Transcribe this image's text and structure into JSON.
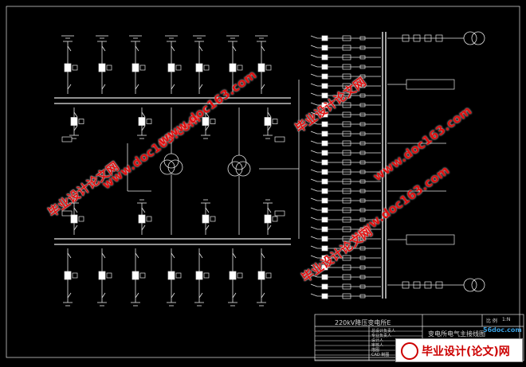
{
  "title_block": {
    "project_title": "220kV降压变电所E",
    "drawing_title": "变电所电气主接线图",
    "rows": [
      "总设计负责人",
      "专业负责人",
      "设计人",
      "审核人",
      "描图",
      "CAD 制图"
    ],
    "scale_label": "比 例",
    "scale_value": "1:N"
  },
  "watermarks": {
    "cn_text": "毕业设计论文网",
    "url_text": "www.doc163.com"
  },
  "footer_logo": {
    "text": "毕业设计(论文)网",
    "corner_tag": "56doc.com"
  },
  "colors": {
    "background": "#000000",
    "lines": "#e6e6e6",
    "watermark": "#e01010"
  }
}
